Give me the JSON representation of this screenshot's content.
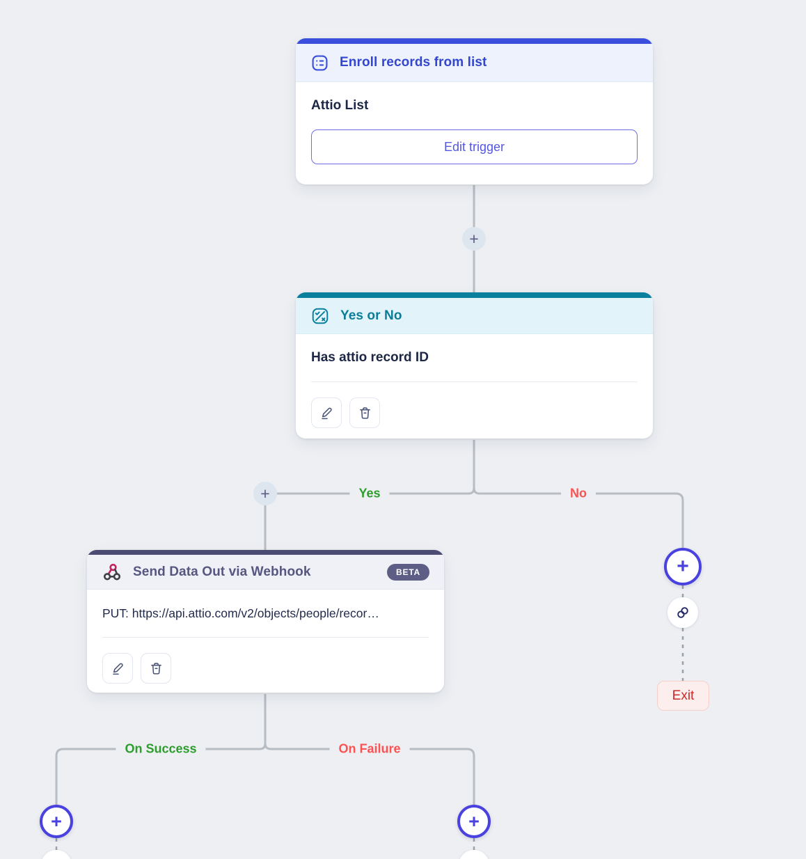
{
  "glyphs": {
    "plus": "+"
  },
  "colors": {
    "page-bg": "#edeff3",
    "line": "#b8bcc3",
    "trigger-accent": "#3a50dc",
    "trigger-title": "#3346cf",
    "condition-accent": "#0b7f9e",
    "condition-title": "#0b7c99",
    "webhook-accent": "#4c4c72",
    "webhook-title": "#565680",
    "yes-green": "#2d9e2d",
    "no-red": "#fb5252",
    "exit-red": "#ce2929",
    "exit-bg": "#fdeeee",
    "indigo": "#4a42df",
    "webhook-pink": "#c2255c"
  },
  "trigger_node": {
    "title": "Enroll records from list",
    "list_name": "Attio List",
    "edit_button": "Edit trigger"
  },
  "condition_node": {
    "title": "Yes or No",
    "condition": "Has attio record ID"
  },
  "webhook_node": {
    "title": "Send Data Out via Webhook",
    "beta_badge": "BETA",
    "request": "PUT: https://api.attio.com/v2/objects/people/recor…"
  },
  "branches": {
    "yes": "Yes",
    "no": "No",
    "on_success": "On Success",
    "on_failure": "On Failure",
    "exit": "Exit"
  },
  "icons": {
    "trigger": "checklist-icon",
    "condition": "check-x-split-icon",
    "webhook": "webhook-icon",
    "edit": "pencil-icon",
    "delete": "trash-icon",
    "add": "plus-icon",
    "link": "chain-link-icon"
  }
}
